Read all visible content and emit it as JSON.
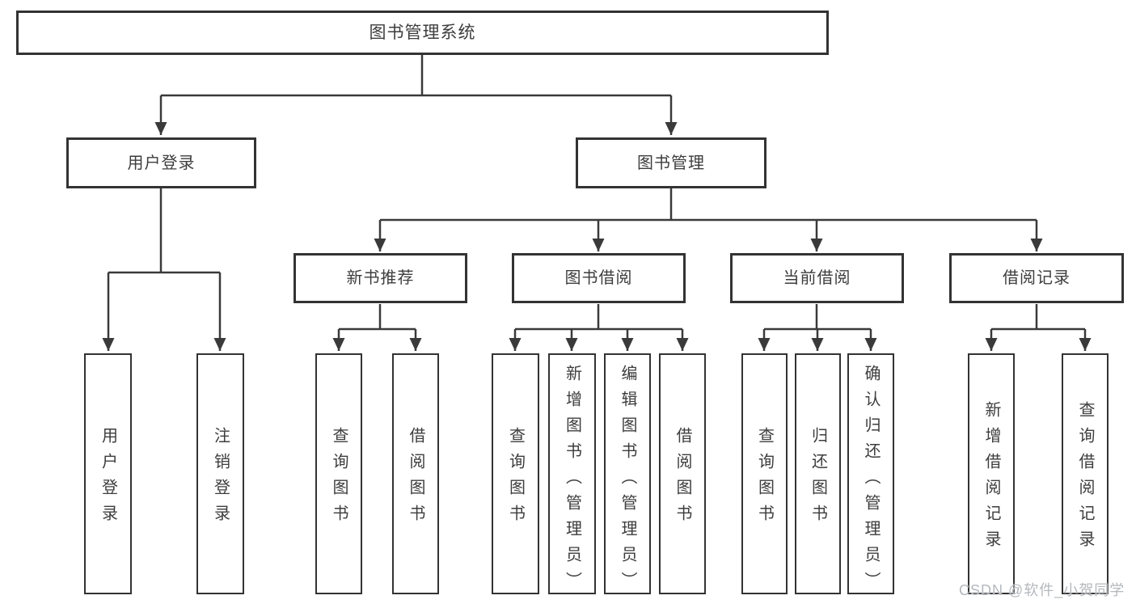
{
  "diagram": {
    "root": {
      "label": "图书管理系统"
    },
    "level2": [
      {
        "label": "用户登录"
      },
      {
        "label": "图书管理"
      }
    ],
    "level3": [
      {
        "label": "新书推荐"
      },
      {
        "label": "图书借阅"
      },
      {
        "label": "当前借阅"
      },
      {
        "label": "借阅记录"
      }
    ],
    "leaves": {
      "user_login": [
        "用户登录",
        "注销登录"
      ],
      "new_books": [
        "查询图书",
        "借阅图书"
      ],
      "book_borrow": [
        "查询图书",
        "新增图书（管理员）",
        "编辑图书（管理员）",
        "借阅图书"
      ],
      "current_borrow": [
        "查询图书",
        "归还图书",
        "确认归还（管理员）"
      ],
      "borrow_records": [
        "新增借阅记录",
        "查询借阅记录"
      ]
    }
  },
  "watermark": {
    "text": "CSDN @软件_小贺同学"
  },
  "colors": {
    "line": "#3a3a3a",
    "border": "#333333",
    "text": "#3d3d3d",
    "watermark": "#b4b8bd"
  }
}
